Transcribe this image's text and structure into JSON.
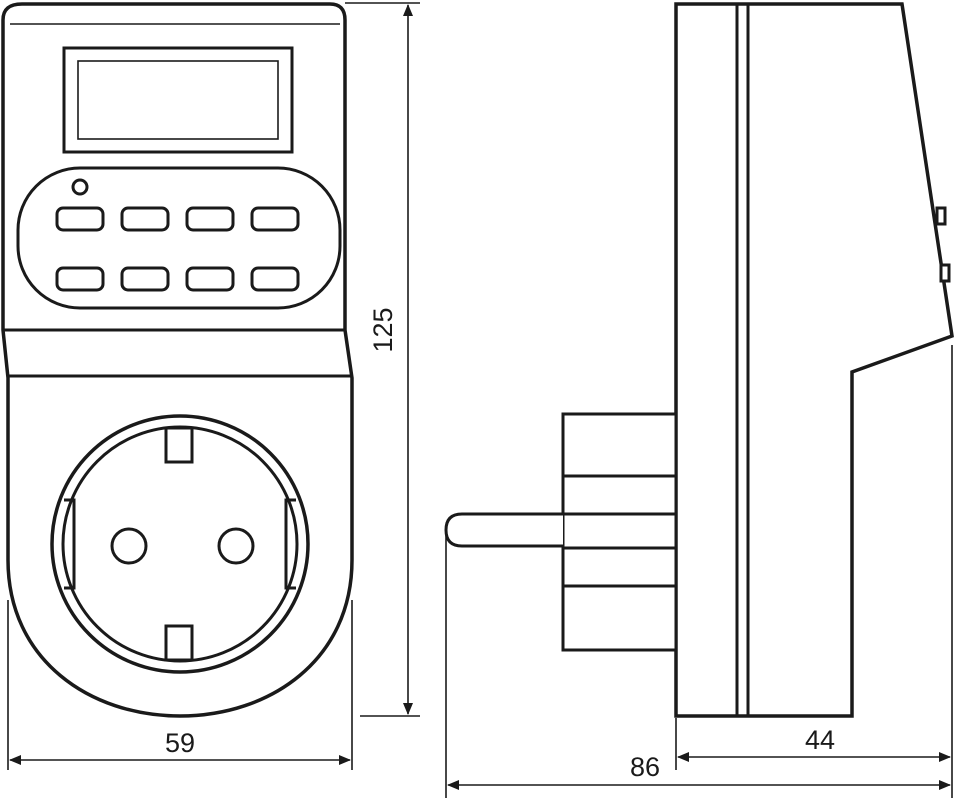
{
  "dimensions": {
    "front_width": "59",
    "height": "125",
    "total_depth": "86",
    "body_depth": "44"
  },
  "colors": {
    "stroke": "#1a1a1a",
    "background": "#ffffff"
  }
}
